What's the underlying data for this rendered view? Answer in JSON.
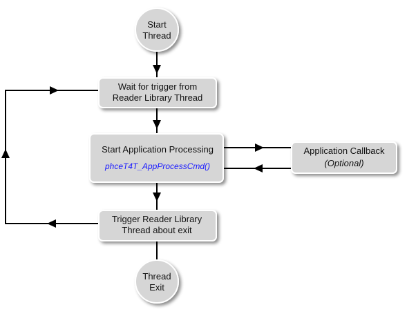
{
  "diagram": {
    "colors": {
      "node_fill": "#d6d6d6",
      "node_stroke": "#ffffff",
      "line": "#000000",
      "function_text": "#1a1aff"
    },
    "nodes": {
      "start": {
        "line1": "Start",
        "line2": "Thread"
      },
      "wait": {
        "line1": "Wait for trigger from",
        "line2": "Reader Library Thread"
      },
      "process": {
        "line1": "Start Application Processing",
        "line2": "phceT4T_AppProcessCmd()"
      },
      "callback": {
        "line1": "Application Callback",
        "line2": "(Optional)"
      },
      "trigger": {
        "line1": "Trigger Reader Library",
        "line2": "Thread about exit"
      },
      "exit": {
        "line1": "Thread",
        "line2": "Exit"
      }
    }
  }
}
